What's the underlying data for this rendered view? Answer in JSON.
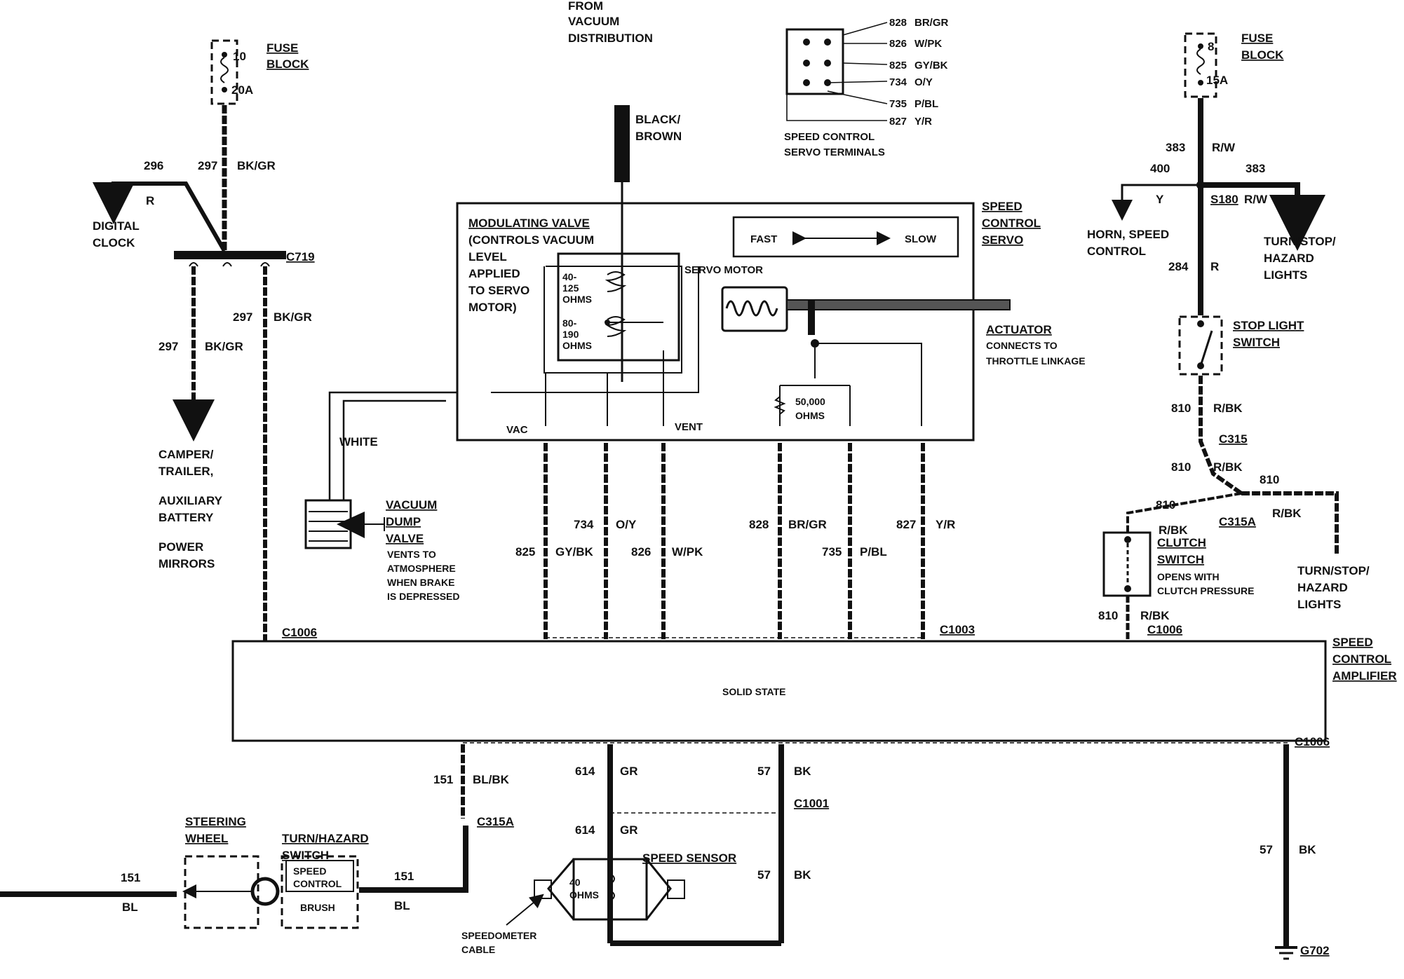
{
  "header": {
    "from_vacuum": [
      "FROM",
      "VACUUM",
      "DISTRIBUTION"
    ],
    "black_brown": [
      "BLACK/",
      "BROWN"
    ]
  },
  "servo_terminals": {
    "wires": [
      {
        "circuit": "828",
        "color": "BR/GR"
      },
      {
        "circuit": "826",
        "color": "W/PK"
      },
      {
        "circuit": "825",
        "color": "GY/BK"
      },
      {
        "circuit": "734",
        "color": "O/Y"
      },
      {
        "circuit": "735",
        "color": "P/BL"
      },
      {
        "circuit": "827",
        "color": "Y/R"
      }
    ],
    "caption": [
      "SPEED CONTROL",
      "SERVO TERMINALS"
    ]
  },
  "left_fuse": {
    "label": [
      "FUSE",
      "BLOCK"
    ],
    "number": "10",
    "rating": "20A"
  },
  "right_fuse": {
    "label": [
      "FUSE",
      "BLOCK"
    ],
    "number": "8",
    "rating": "15A"
  },
  "left_circuit": {
    "c296": "296",
    "c297a": "297",
    "bkgr_a": "BK/GR",
    "r": "R",
    "digital_clock": [
      "DIGITAL",
      "CLOCK"
    ],
    "connector": "C719",
    "c297b": "297",
    "bkgr_b": "BK/GR",
    "c297c": "297",
    "bkgr_c": "BK/GR",
    "feeds": [
      "CAMPER/",
      "TRAILER,",
      "AUXILIARY",
      "BATTERY",
      "POWER",
      "MIRRORS"
    ],
    "c1006": "C1006"
  },
  "servo": {
    "title": [
      "SPEED",
      "CONTROL",
      "SERVO"
    ],
    "modulating_valve": [
      "MODULATING VALVE",
      "(CONTROLS VACUUM",
      "LEVEL",
      "APPLIED",
      "TO SERVO",
      "MOTOR)"
    ],
    "r1": [
      "40-",
      "125",
      "OHMS"
    ],
    "r2": [
      "80-",
      "190",
      "OHMS"
    ],
    "fast": "FAST",
    "slow": "SLOW",
    "servo_motor": "SERVO MOTOR",
    "pot": [
      "50,000",
      "OHMS"
    ],
    "vac": "VAC",
    "vent": "VENT",
    "actuator": [
      "ACTUATOR",
      "CONNECTS TO",
      "THROTTLE LINKAGE"
    ]
  },
  "vacuum": {
    "white": "WHITE",
    "dump_valve": [
      "VACUUM",
      "DUMP",
      "VALVE"
    ],
    "vents": [
      "VENTS TO",
      "ATMOSPHERE",
      "WHEN BRAKE",
      "IS DEPRESSED"
    ]
  },
  "servo_wires": [
    {
      "circuit": "825",
      "color": "GY/BK"
    },
    {
      "circuit": "734",
      "color": "O/Y"
    },
    {
      "circuit": "826",
      "color": "W/PK"
    },
    {
      "circuit": "828",
      "color": "BR/GR"
    },
    {
      "circuit": "735",
      "color": "P/BL"
    },
    {
      "circuit": "827",
      "color": "Y/R"
    }
  ],
  "c1003": "C1003",
  "amplifier": {
    "title": [
      "SPEED",
      "CONTROL",
      "AMPLIFIER"
    ],
    "body": "SOLID STATE"
  },
  "right_circuit": {
    "c383a": "383",
    "rw_a": "R/W",
    "c400": "400",
    "c383b": "383",
    "y": "Y",
    "s180": "S180",
    "rw_b": "R/W",
    "horn": [
      "HORN, SPEED",
      "CONTROL"
    ],
    "turn1": [
      "TURN/STOP/",
      "HAZARD",
      "LIGHTS"
    ],
    "c284": "284",
    "r": "R",
    "stop_switch": [
      "STOP LIGHT",
      "SWITCH"
    ],
    "c810a": "810",
    "rbk_a": "R/BK",
    "c315": "C315",
    "c810b": "810",
    "rbk_b": "R/BK",
    "c810c": "810",
    "c810d": "810",
    "rbk_c": "R/BK",
    "rbk_d": "R/BK",
    "c315a": "C315A",
    "clutch": [
      "CLUTCH",
      "SWITCH"
    ],
    "clutch_note": [
      "OPENS WITH",
      "CLUTCH PRESSURE"
    ],
    "turn2": [
      "TURN/STOP/",
      "HAZARD",
      "LIGHTS"
    ],
    "c810e": "810",
    "rbk_e": "R/BK",
    "c1006": "C1006"
  },
  "bottom": {
    "c151a": "151",
    "blbk": "BL/BK",
    "c315a": "C315A",
    "steering": [
      "STEERING",
      "WHEEL"
    ],
    "turn_hazard": [
      "TURN/HAZARD",
      "SWITCH"
    ],
    "switch_inner": [
      "SPEED",
      "CONTROL",
      "BRUSH"
    ],
    "c151b": "151",
    "bl_b": "BL",
    "c151c": "151",
    "bl_c": "BL",
    "c614a": "614",
    "gr_a": "GR",
    "c614b": "614",
    "gr_b": "GR",
    "c57a": "57",
    "bk_a": "BK",
    "c57b": "57",
    "bk_b": "BK",
    "c1001": "C1001",
    "speed_sensor": "SPEED SENSOR",
    "sensor_ohms": [
      "40",
      "OHMS"
    ],
    "speedo": [
      "SPEEDOMETER",
      "CABLE"
    ],
    "c1006": "C1006",
    "c57c": "57",
    "bk_c": "BK",
    "g702": "G702"
  }
}
